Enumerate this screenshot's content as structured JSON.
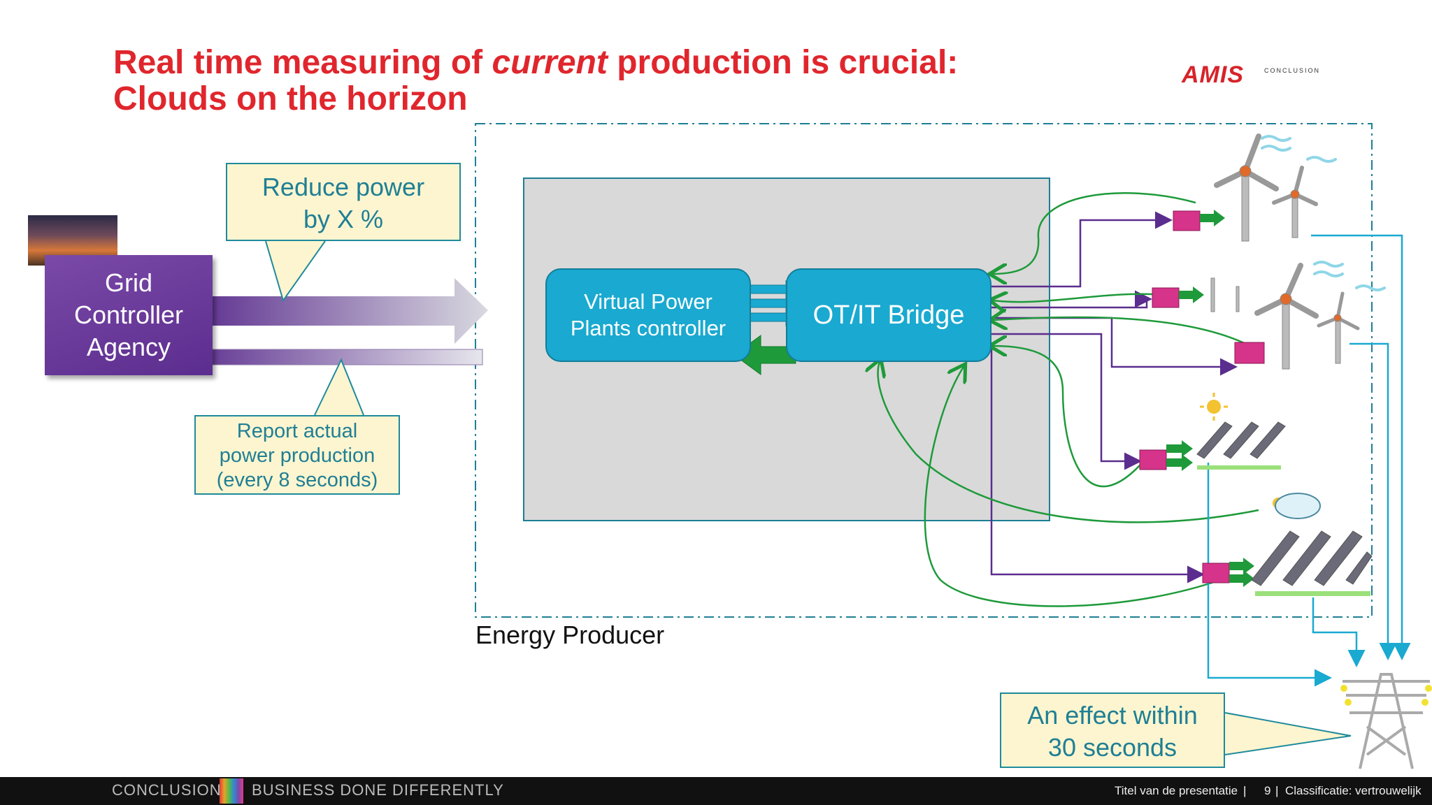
{
  "title": {
    "part1": "Real time measuring of ",
    "emphasis": "current",
    "part2": " production is crucial:",
    "line2": "Clouds on the horizon"
  },
  "logo": {
    "text": "AMIS",
    "sub": "CONCLUSION"
  },
  "grid_agency": {
    "line1": "Grid",
    "line2": "Controller",
    "line3": "Agency"
  },
  "callouts": {
    "reduce": {
      "line1": "Reduce power",
      "line2": "by X %"
    },
    "report": {
      "line1": "Report actual",
      "line2": "power production",
      "line3": "(every 8 seconds)"
    },
    "effect": {
      "line1": "An effect within",
      "line2": "30 seconds"
    }
  },
  "energy_producer": {
    "label": "Energy Producer"
  },
  "vpp": {
    "line1": "Virtual Power",
    "line2": "Plants controller"
  },
  "otit": {
    "label": "OT/IT Bridge"
  },
  "footer": {
    "left1": "CONCLUSION",
    "left2": "BUSINESS DONE DIFFERENTLY",
    "presentation_title": "Titel van de presentatie",
    "page_number": "9",
    "classification": "Classificatie: vertrouwelijk"
  },
  "colors": {
    "title_red": "#e0262d",
    "teal": "#1f8a9c",
    "purple": "#5b2d8e",
    "green": "#1e9a3a",
    "magenta": "#d6338a"
  }
}
